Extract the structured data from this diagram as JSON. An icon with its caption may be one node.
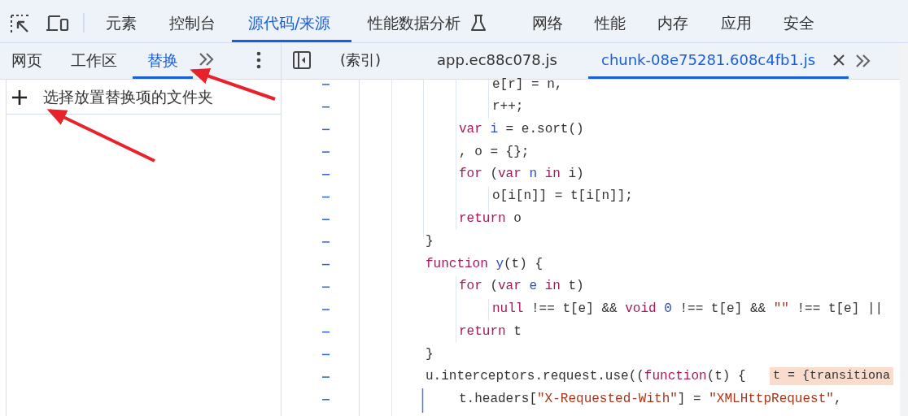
{
  "diagram": {
    "nodes": [
      {
        "text": [
          "替换"
        ]
      },
      {
        "text": [
          "选择放置替换项的文件夹"
        ]
      }
    ],
    "edges": [
      {
        "from": null,
        "to": 0,
        "arrow": "to"
      },
      {
        "from": null,
        "to": 1,
        "arrow": "to"
      }
    ],
    "labels": [
      "元素",
      "控制台",
      "源代码/来源",
      "性能数据分析",
      "网络",
      "性能",
      "内存",
      "应用",
      "安全",
      "网页",
      "工作区",
      "(索引)",
      "app.ec88c078.js",
      "chunk-08e75281.608c4fb1.js",
      "e[r] = n,",
      "r++;",
      "var i = e.sort()",
      ", o = {};",
      "for (var n in i)",
      "o[i[n]] = t[i[n]];",
      "return o",
      "}",
      "function y(t) {",
      "for (var e in t)",
      "null !== t[e] && void 0 !== t[e] && \"\" !== t[e] ||",
      "return t",
      "}",
      "u.interceptors.request.use((function(t) {",
      "t = {transitiona",
      "t.headers[\"X-Requested-With\"] = \"XMLHttpRequest\","
    ]
  }
}
